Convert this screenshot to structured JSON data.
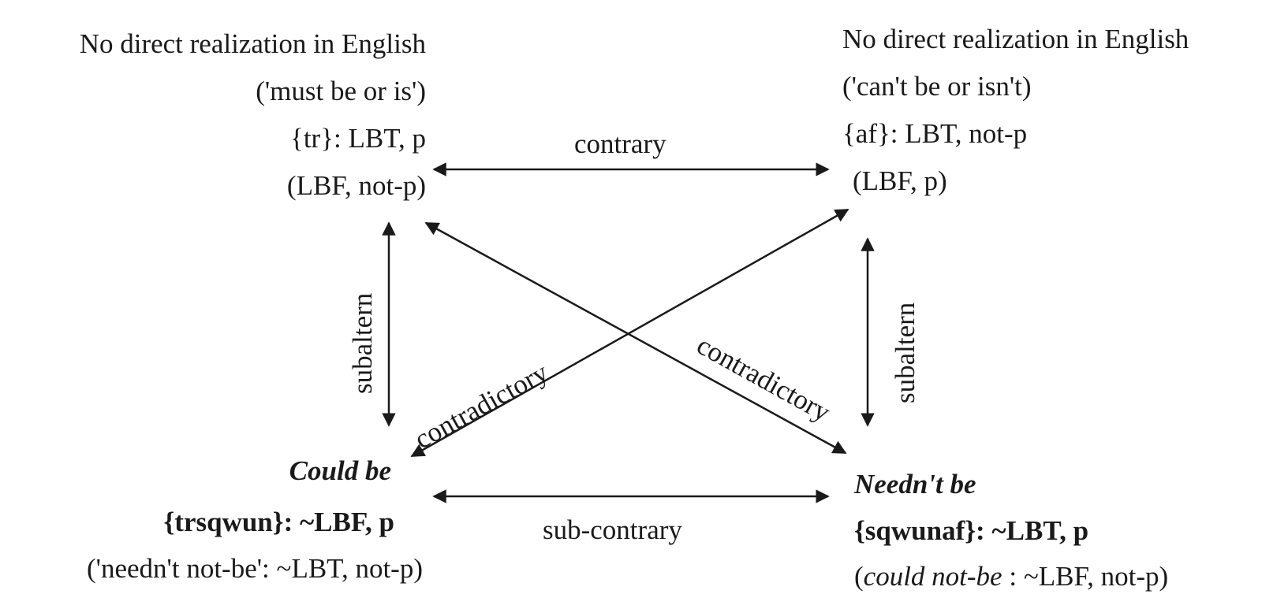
{
  "corners": {
    "top_left": {
      "line1": "No direct realization in English",
      "line2": "('must be or is')",
      "line3": "{tr}: LBT, p",
      "line4": "(LBF, not-p)"
    },
    "top_right": {
      "line1": "No direct realization in English",
      "line2": "('can't be or isn't)",
      "line3": "{af}: LBT, not-p",
      "line4": "(LBF, p)"
    },
    "bottom_left": {
      "title": "Could be",
      "label_bold": "{trsqwun}: ~LBF, p",
      "note": "('needn't not-be': ~LBT, not-p)"
    },
    "bottom_right": {
      "title": "Needn't be",
      "label_bold": "{sqwunaf}: ~LBT, p",
      "note_open": "(",
      "note_italic": "could not-be",
      "note_rest": " : ~LBF, not-p)"
    }
  },
  "relations": {
    "top": "contrary",
    "bottom": "sub-contrary",
    "left": "subaltern",
    "right": "subaltern",
    "diag_left": "contradictory",
    "diag_right": "contradictory"
  },
  "colors": {
    "ink": "#1a1a1a",
    "background": "#ffffff"
  }
}
